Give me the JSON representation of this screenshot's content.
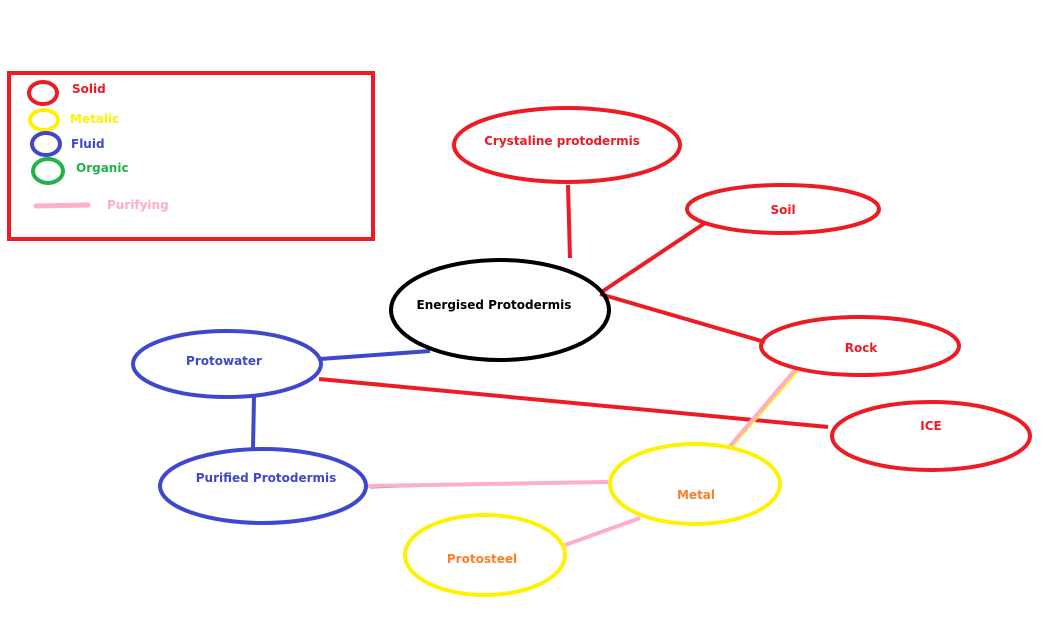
{
  "colors": {
    "solid": "#ed1c24",
    "metalic": "#fff200",
    "fluid": "#3f48cc",
    "organic": "#22b14c",
    "purifying": "#ffaec9",
    "center": "#000000",
    "metal_text": "#ff7f27"
  },
  "legend": {
    "items": [
      {
        "label": "Solid",
        "kind": "circle",
        "color": "#ed1c24"
      },
      {
        "label": "Metalic",
        "kind": "circle",
        "color": "#fff200"
      },
      {
        "label": "Fluid",
        "kind": "circle",
        "color": "#3f48cc"
      },
      {
        "label": "Organic",
        "kind": "circle",
        "color": "#22b14c"
      },
      {
        "label": "Purifying",
        "kind": "line",
        "color": "#ffaec9"
      }
    ]
  },
  "nodes": {
    "energised": {
      "label": "Energised Protodermis",
      "category": "center"
    },
    "crystaline": {
      "label": "Crystaline protodermis",
      "category": "solid"
    },
    "soil": {
      "label": "Soil",
      "category": "solid"
    },
    "rock": {
      "label": "Rock",
      "category": "solid"
    },
    "ice": {
      "label": "ICE",
      "category": "solid"
    },
    "protowater": {
      "label": "Protowater",
      "category": "fluid"
    },
    "purified": {
      "label": "Purified Protodermis",
      "category": "fluid"
    },
    "metal": {
      "label": "Metal",
      "category": "metalic"
    },
    "protosteel": {
      "label": "Protosteel",
      "category": "metalic"
    }
  },
  "edges": [
    {
      "from": "Energised Protodermis",
      "to": "Crystaline protodermis",
      "type": "solid"
    },
    {
      "from": "Energised Protodermis",
      "to": "Soil",
      "type": "solid"
    },
    {
      "from": "Energised Protodermis",
      "to": "Rock",
      "type": "solid"
    },
    {
      "from": "Energised Protodermis",
      "to": "Protowater",
      "type": "fluid"
    },
    {
      "from": "Protowater",
      "to": "ICE",
      "type": "solid"
    },
    {
      "from": "Protowater",
      "to": "Purified Protodermis",
      "type": "fluid"
    },
    {
      "from": "Purified Protodermis",
      "to": "Metal",
      "type": "purifying"
    },
    {
      "from": "Rock",
      "to": "Metal",
      "type": "purifying"
    },
    {
      "from": "Metal",
      "to": "Protosteel",
      "type": "purifying"
    }
  ]
}
